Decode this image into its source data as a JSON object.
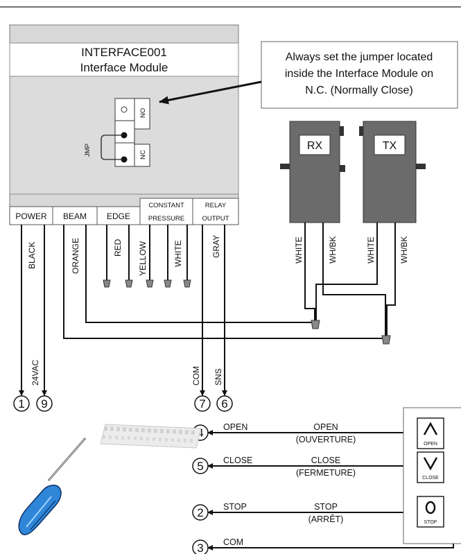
{
  "module": {
    "title": "INTERFACE001",
    "subtitle": "Interface Module"
  },
  "note": {
    "line1": "Always set the jumper located",
    "line2": "inside the Interface Module on",
    "line3": "N.C. (Normally Close)"
  },
  "jumper": {
    "jmp": "JMP",
    "no": "NO",
    "nc": "NC"
  },
  "headers": {
    "power": "POWER",
    "beam": "BEAM",
    "edge": "EDGE",
    "constant": "CONSTANT",
    "pressure": "PRESSURE",
    "relay": "RELAY",
    "output": "OUTPUT"
  },
  "wires": {
    "black": "BLACK",
    "orange": "ORANGE",
    "red": "RED",
    "yellow": "YELLOW",
    "white": "WHITE",
    "gray": "GRAY",
    "rx_white": "WHITE",
    "rx_whbk": "WH/BK",
    "tx_white": "WHITE",
    "tx_whbk": "WH/BK"
  },
  "sensors": {
    "rx": "RX",
    "tx": "TX"
  },
  "wire_notes": {
    "v24": "24VAC",
    "com": "COM",
    "sns": "SNS"
  },
  "terminals": {
    "t1": "1",
    "t9": "9",
    "t7": "7",
    "t6": "6",
    "t4": "4",
    "t5": "5",
    "t2": "2",
    "t3": "3"
  },
  "controls": {
    "open_short": "OPEN",
    "open_label": "OPEN",
    "open_fr": "(OUVERTURE)",
    "close_short": "CLOSE",
    "close_label": "CLOSE",
    "close_fr": "(FERMETURE)",
    "stop_short": "STOP",
    "stop_label": "STOP",
    "stop_fr": "(ARRÊT)",
    "com_short": "COM"
  },
  "buttons": {
    "open": "OPEN",
    "close": "CLOSE",
    "stop": "STOP"
  }
}
